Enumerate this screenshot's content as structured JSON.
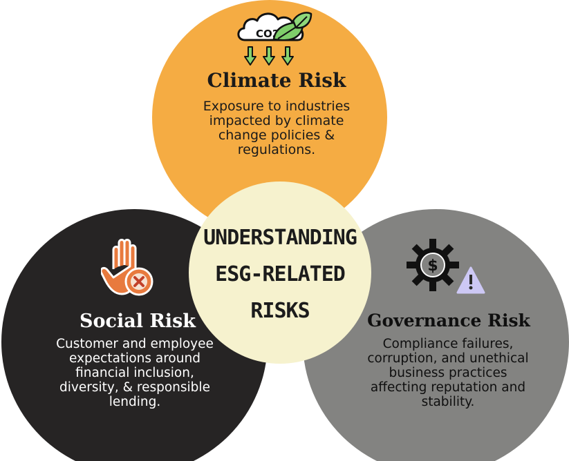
{
  "center": {
    "lines": [
      "UNDERSTANDING",
      "ESG-RELATED",
      "RISKS"
    ]
  },
  "climate": {
    "title": "Climate Risk",
    "description_lines": [
      "Exposure to industries",
      "impacted by climate",
      "change policies &",
      "regulations."
    ],
    "icon": "co2-cloud-leaf-icon",
    "icon_label": "CO2",
    "color": "#f5ac43"
  },
  "social": {
    "title": "Social Risk",
    "description_lines": [
      "Customer and employee",
      "expectations around",
      "financial inclusion,",
      "diversity, & responsible",
      "lending."
    ],
    "icon": "stop-hand-icon",
    "color": "#262424"
  },
  "governance": {
    "title": "Governance Risk",
    "description_lines": [
      "Compliance failures,",
      "corruption, and unethical",
      "business practices",
      "affecting reputation and",
      "stability."
    ],
    "icon": "gear-dollar-warning-icon",
    "color": "#838381"
  },
  "center_color": "#f6f2ce"
}
